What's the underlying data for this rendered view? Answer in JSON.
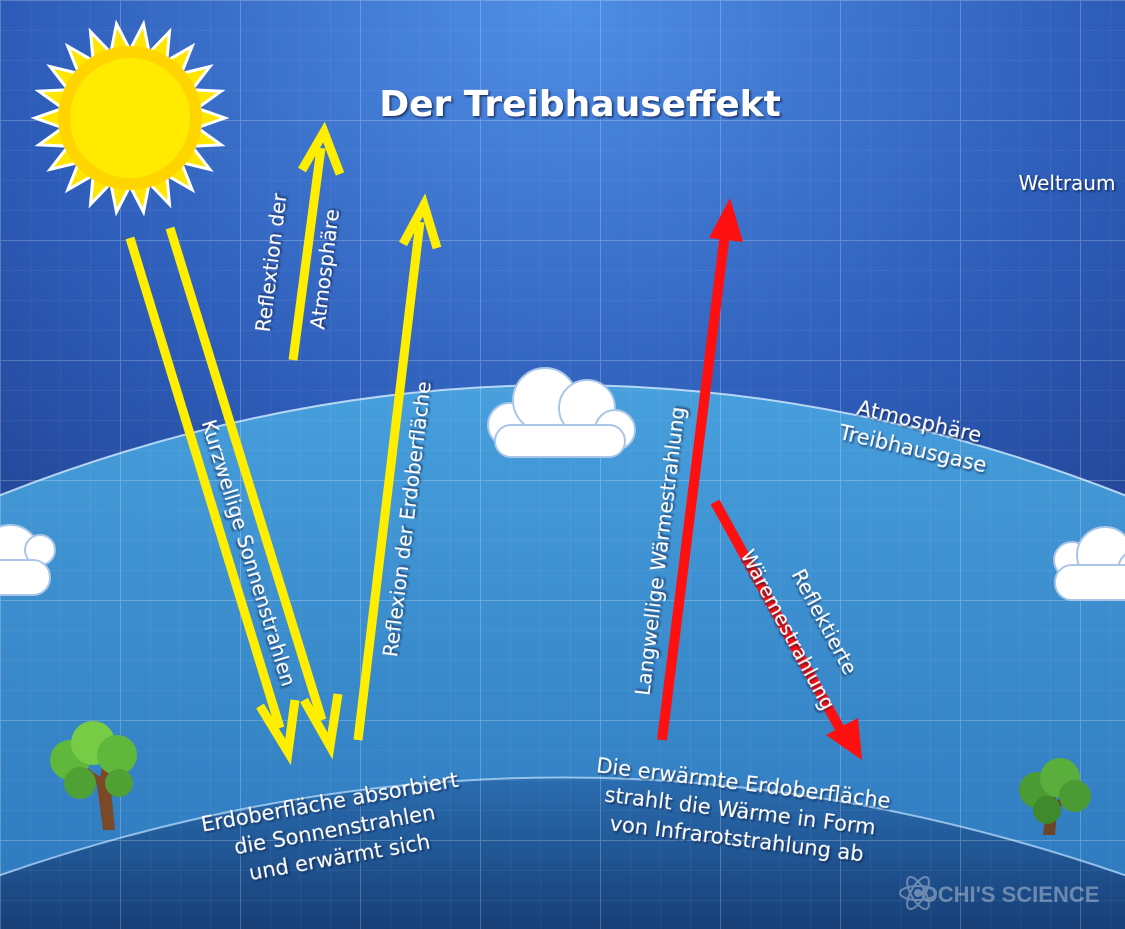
{
  "title": "Der Treibhauseffekt",
  "labels": {
    "space": "Weltraum",
    "atmosphere_line1": "Atmosphäre",
    "atmosphere_line2": "Treibhausgase",
    "atm_reflection_line1": "Reflextion der",
    "atm_reflection_line2": "Atmosphäre",
    "shortwave": "Kurzwellige Sonnenstrahlen",
    "surface_reflection": "Reflexion der Erdoberfläche",
    "longwave": "Langwellige Wärmestrahlung",
    "reflected_line1": "Reflektierte",
    "reflected_line2": "Wäremestrahlung",
    "absorb_line1": "Erdoberfläche absorbiert",
    "absorb_line2": "die Sonnenstrahlen",
    "absorb_line3": "und erwärmt sich",
    "emit_line1": "Die erwärmte Erdoberfläche",
    "emit_line2": "strahlt die Wärme in Form",
    "emit_line3": "von Infrarotstrahlung ab",
    "watermark": "OCHI'S SCIENCE"
  },
  "colors": {
    "sky_top": "#2a63c6",
    "sky_dark": "#1f3f8c",
    "atmosphere": "#3a8fd0",
    "earth": "#1f5c9e",
    "sun_ray": "#ffe600",
    "heat_ray": "#ff0d0d"
  },
  "icons": [
    "sun-icon",
    "cloud-icon",
    "tree-icon",
    "atom-icon"
  ]
}
